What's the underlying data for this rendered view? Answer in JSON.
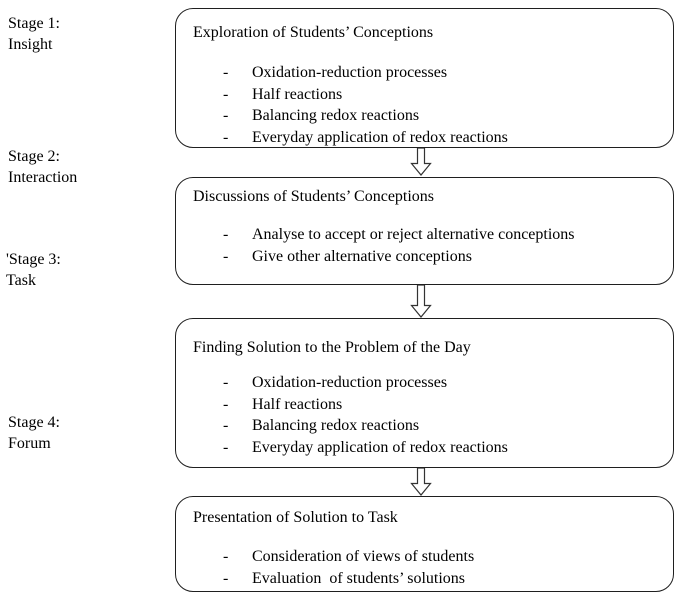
{
  "diagram": {
    "bullet_marker": "-",
    "stages": [
      {
        "line1": "Stage 1:",
        "line2": "Insight"
      },
      {
        "line1": "Stage 2:",
        "line2": "Interaction"
      },
      {
        "line1": "'Stage 3:",
        "line2": "Task"
      },
      {
        "line1": "Stage 4:",
        "line2": "Forum"
      }
    ],
    "boxes": [
      {
        "title": "Exploration of Students’ Conceptions",
        "bullets": [
          "Oxidation-reduction processes",
          "Half reactions",
          "Balancing redox reactions",
          "Everyday application of redox reactions"
        ]
      },
      {
        "title": "Discussions of Students’ Conceptions",
        "bullets": [
          "Analyse to accept or reject alternative conceptions",
          "Give other alternative conceptions"
        ]
      },
      {
        "title": "Finding Solution to the Problem of the Day",
        "bullets": [
          "Oxidation-reduction processes",
          "Half reactions",
          "Balancing redox reactions",
          "Everyday application of redox reactions"
        ]
      },
      {
        "title": "Presentation of Solution to Task",
        "bullets": [
          "Consideration of views of students",
          "Evaluation  of students’ solutions"
        ]
      }
    ],
    "arrows": [
      "down-arrow",
      "down-arrow",
      "down-arrow"
    ],
    "colors": {
      "background": "#ffffff",
      "border": "#1f1f1f",
      "text": "#000000",
      "arrow_fill": "#ffffff",
      "arrow_stroke": "#333333"
    }
  }
}
